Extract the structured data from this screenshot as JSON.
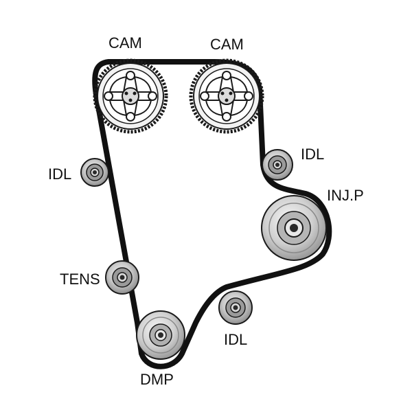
{
  "labels": {
    "cam_left": "CAM",
    "cam_right": "CAM",
    "idl_left": "IDL",
    "idl_right": "IDL",
    "inj_pump": "INJ.P",
    "tens": "TENS",
    "idl_bottom": "IDL",
    "dmp": "DMP"
  },
  "colors": {
    "belt": "#111111",
    "outline": "#1a1a1a",
    "gear_fill": "#f2f2f2",
    "hub_light": "#e6e6e6",
    "hub_mid": "#bdbdbd",
    "hub_dark": "#8a8a8a",
    "bore": "#2a2a2a"
  }
}
